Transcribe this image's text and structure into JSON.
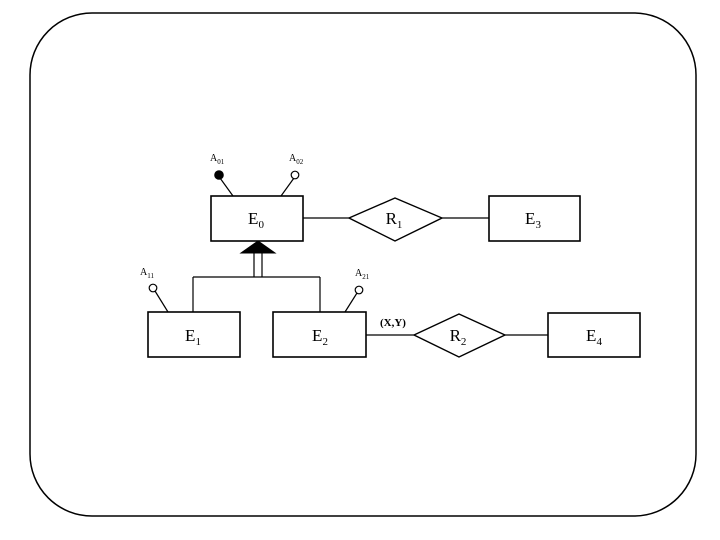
{
  "entities": {
    "e0": {
      "base": "E",
      "sub": "0"
    },
    "e1": {
      "base": "E",
      "sub": "1"
    },
    "e2": {
      "base": "E",
      "sub": "2"
    },
    "e3": {
      "base": "E",
      "sub": "3"
    },
    "e4": {
      "base": "E",
      "sub": "4"
    }
  },
  "relationships": {
    "r1": {
      "base": "R",
      "sub": "1"
    },
    "r2": {
      "base": "R",
      "sub": "2"
    }
  },
  "attributes": {
    "a01": {
      "base": "A",
      "sub": "01",
      "kind": "key"
    },
    "a02": {
      "base": "A",
      "sub": "02",
      "kind": "simple"
    },
    "a11": {
      "base": "A",
      "sub": "11",
      "kind": "simple"
    },
    "a21": {
      "base": "A",
      "sub": "21",
      "kind": "simple"
    }
  },
  "cardinalities": {
    "e2_r2": "(X,Y)"
  },
  "colors": {
    "stroke": "#000000",
    "background": "#ffffff"
  }
}
